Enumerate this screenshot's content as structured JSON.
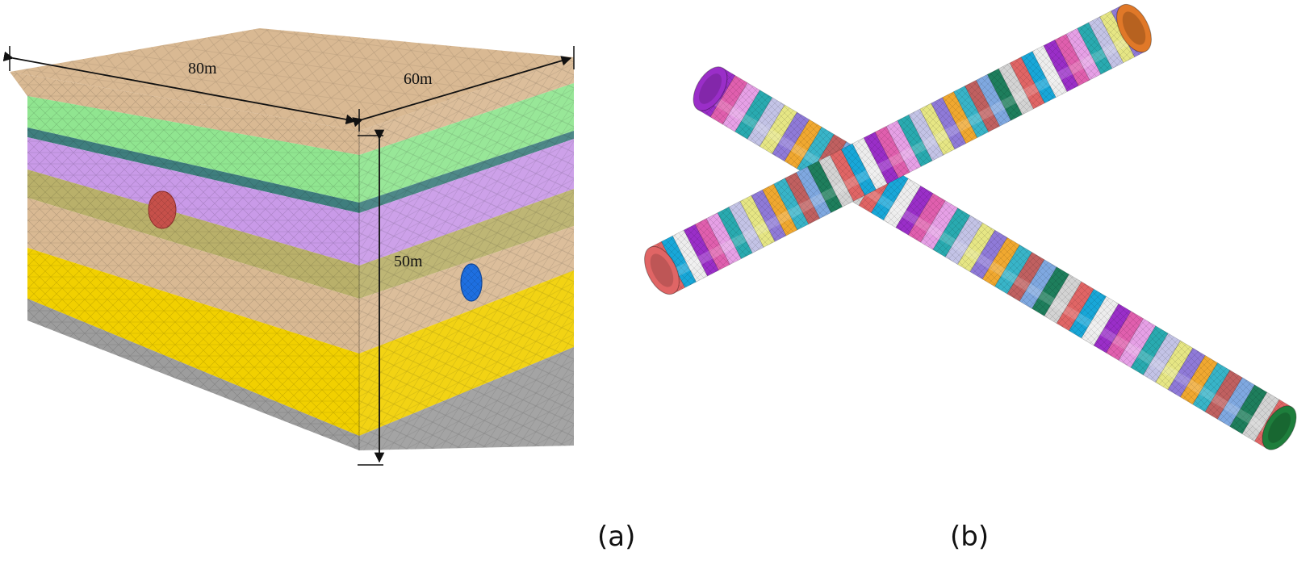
{
  "soil_model": {
    "dimensions": {
      "length": "80m",
      "width": "60m",
      "height": "50m"
    },
    "layer_colors": [
      "#d9b993",
      "#90e590",
      "#3f7e7e",
      "#c99ae8",
      "#b9b06a",
      "#d9b993",
      "#f1d000",
      "#9d9d9d"
    ]
  },
  "tunnels_model": {
    "ring_colors": [
      "#e06565",
      "#18a7d8",
      "#ededed",
      "#9a2ec8",
      "#e05fae",
      "#e6a0e6",
      "#29aab0",
      "#c3c3e6",
      "#e6e684",
      "#8f7ad8",
      "#f0a830",
      "#38b4c8",
      "#c06060",
      "#7fa8e0",
      "#1e7e5c",
      "#d3d3d3"
    ]
  },
  "captions": {
    "a": "(a)",
    "b": "(b)"
  }
}
